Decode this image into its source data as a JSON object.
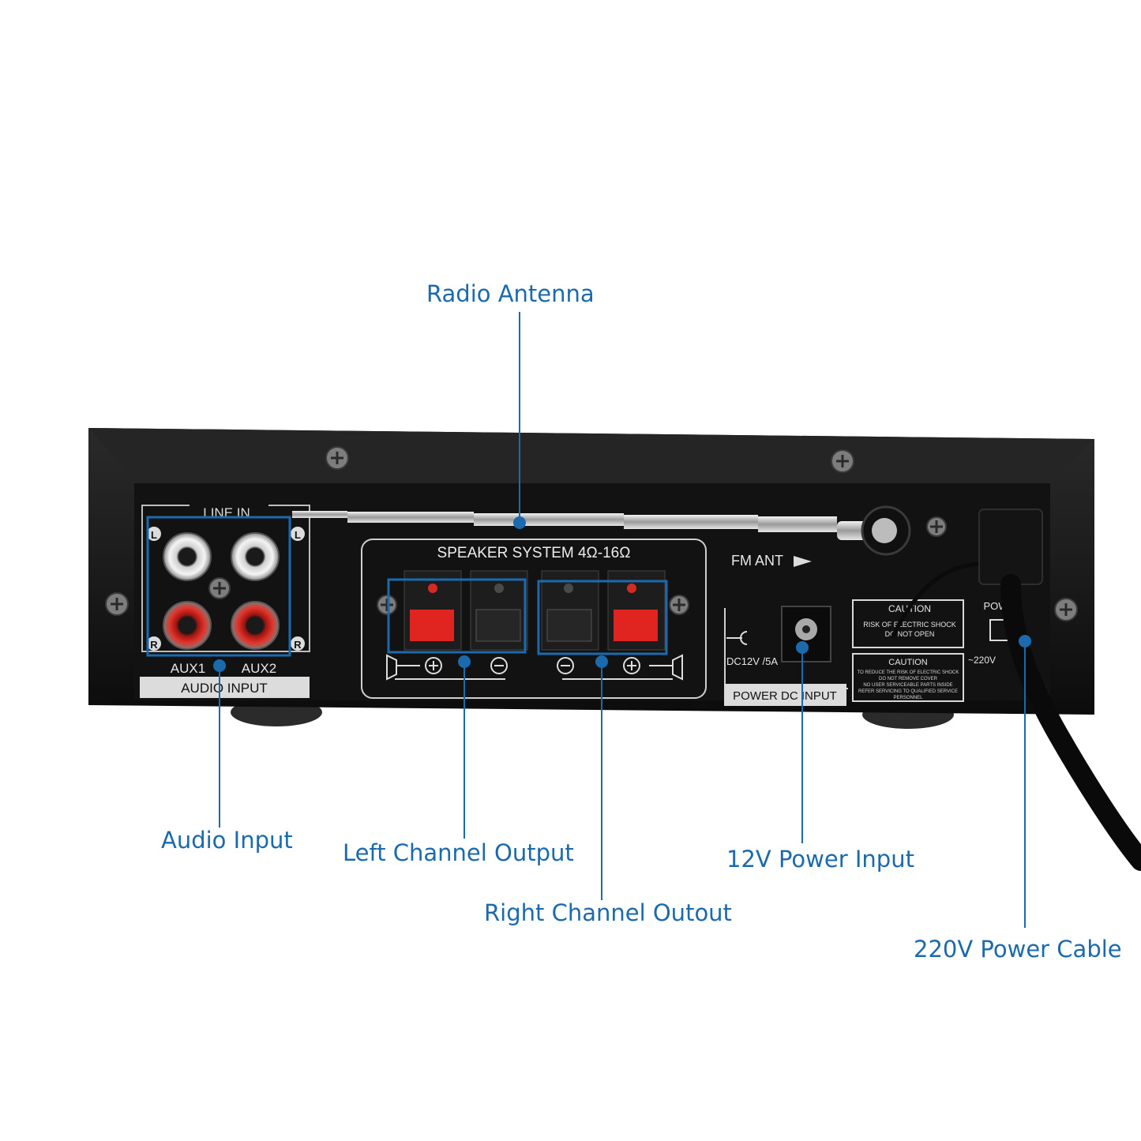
{
  "callouts": {
    "radio_antenna": "Radio Antenna",
    "audio_input": "Audio Input",
    "left_channel_output": "Left Channel Output",
    "right_channel_output": "Right Channel Outout",
    "power_input_12v": "12V Power Input",
    "power_cable_220v": "220V Power Cable"
  },
  "panel": {
    "line_in": "LINE IN",
    "channel_l": "L",
    "channel_r": "R",
    "aux1": "AUX1",
    "aux2": "AUX2",
    "audio_input_label": "AUDIO INPUT",
    "speaker_system": "SPEAKER SYSTEM 4Ω-16Ω",
    "fm_ant": "FM ANT",
    "dc_spec": "DC12V /5A",
    "power_dc_input": "POWER DC INPUT",
    "caution_title": "CAUTION",
    "caution_line1": "RISK OF ELECTRIC SHOCK",
    "caution_line2": "DO NOT OPEN",
    "caution2_title": "CAUTION",
    "caution2_text": [
      "TO REDUCE THE RISK OF ELECTRIC SHOCK",
      "DO NOT REMOVE COVER",
      "NO USER SERVICEABLE PARTS INSIDE",
      "REFER SERVICING TO QUALIFIED SERVICE",
      "PERSONNEL"
    ],
    "power_label": "POWER",
    "ac_spec": "~220V"
  },
  "colors": {
    "accent": "#1b6aae",
    "chassis": "#161616",
    "terminal_red": "#e0241f"
  }
}
